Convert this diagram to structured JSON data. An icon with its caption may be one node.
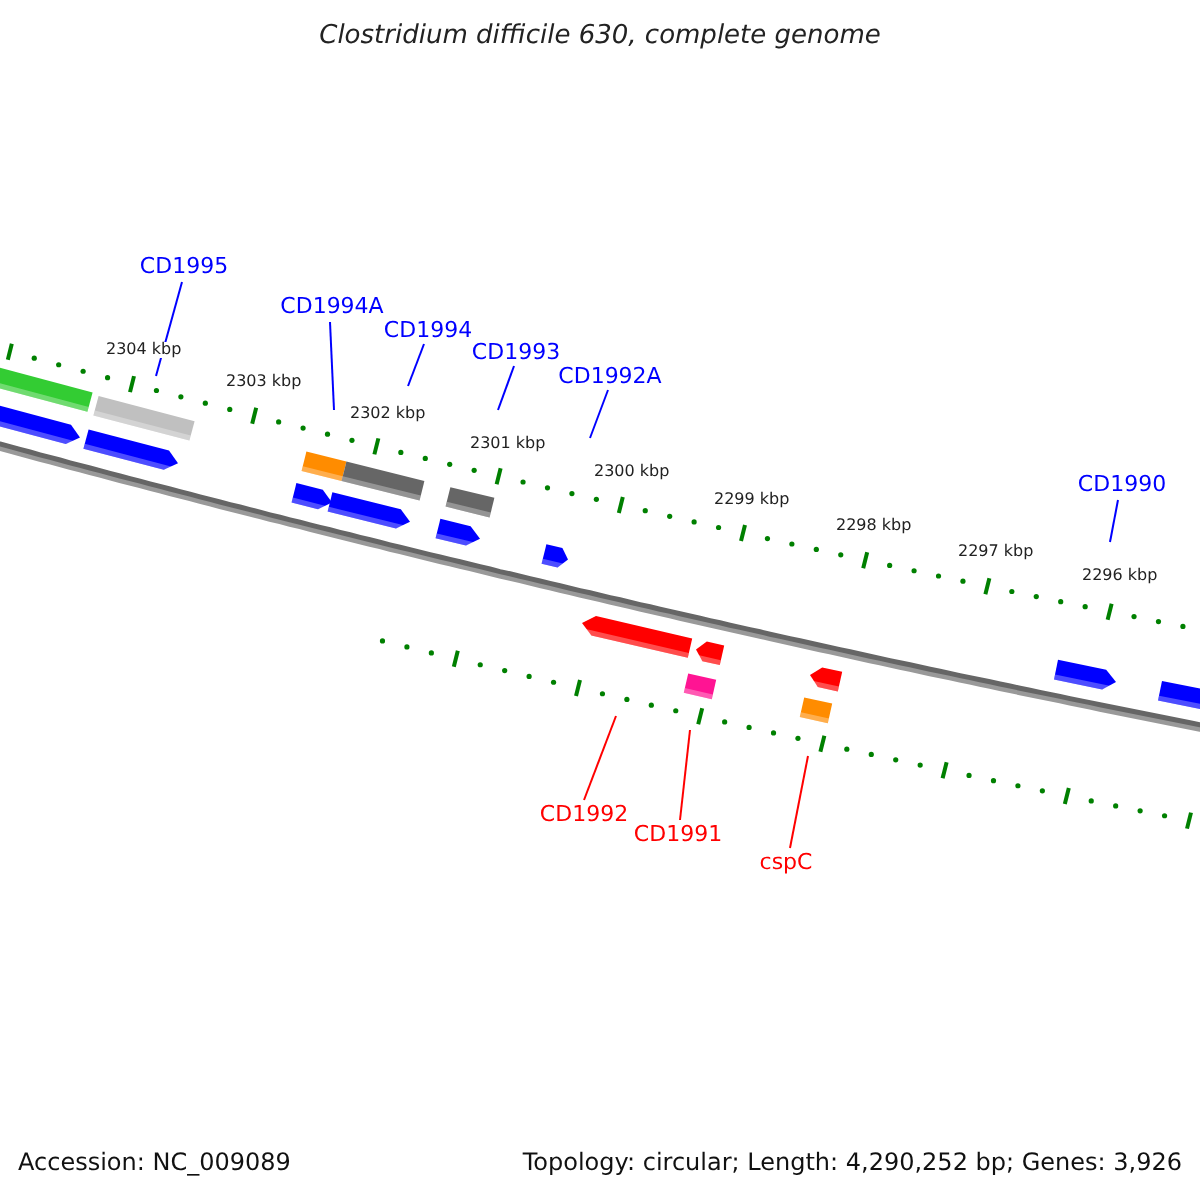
{
  "diagram": {
    "title": "Clostridium difficile 630, complete genome",
    "nodes": [
      {
        "text": [
          "CD1995"
        ]
      },
      {
        "text": [
          "CD1994A"
        ]
      },
      {
        "text": [
          "CD1994"
        ]
      },
      {
        "text": [
          "CD1993"
        ]
      },
      {
        "text": [
          "CD1992A"
        ]
      },
      {
        "text": [
          "CD1990"
        ]
      },
      {
        "text": [
          "CD1992"
        ]
      },
      {
        "text": [
          "CD1991"
        ]
      },
      {
        "text": [
          "cspC"
        ]
      }
    ],
    "edges": [
      {
        "from": 0,
        "to": null,
        "arrow": "none"
      },
      {
        "from": 1,
        "to": null,
        "arrow": "none"
      },
      {
        "from": 2,
        "to": null,
        "arrow": "none"
      },
      {
        "from": 3,
        "to": null,
        "arrow": "none"
      },
      {
        "from": 4,
        "to": null,
        "arrow": "none"
      },
      {
        "from": 5,
        "to": null,
        "arrow": "none"
      },
      {
        "from": 6,
        "to": null,
        "arrow": "none",
        "color": "#ff0000"
      },
      {
        "from": 7,
        "to": null,
        "arrow": "none",
        "color": "#ff0000"
      },
      {
        "from": 8,
        "to": null,
        "arrow": "none",
        "color": "#ff0000"
      }
    ],
    "labels": [
      "2304 kbp",
      "2303 kbp",
      "2302 kbp",
      "2301 kbp",
      "2300 kbp",
      "2299 kbp",
      "2298 kbp",
      "2297 kbp",
      "2296 kbp",
      "Accession: NC_009089",
      "Topology: circular; Length: 4,290,252 bp; Genes: 3,926"
    ]
  }
}
